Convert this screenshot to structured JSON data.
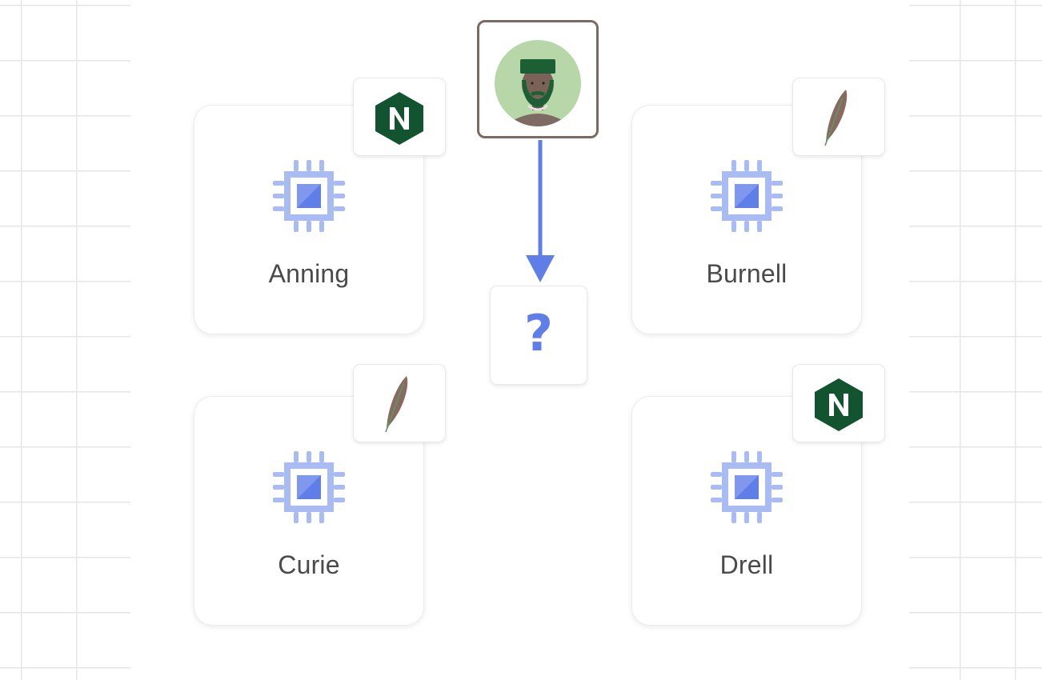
{
  "diagram": {
    "user": {
      "icon": "user-avatar-icon"
    },
    "unknown_target": {
      "symbol": "?"
    },
    "servers": [
      {
        "id": "anning",
        "label": "Anning",
        "icon": "cpu-chip-icon",
        "badge": "nginx-logo-icon"
      },
      {
        "id": "burnell",
        "label": "Burnell",
        "icon": "cpu-chip-icon",
        "badge": "feather-icon"
      },
      {
        "id": "curie",
        "label": "Curie",
        "icon": "cpu-chip-icon",
        "badge": "feather-icon"
      },
      {
        "id": "drell",
        "label": "Drell",
        "icon": "cpu-chip-icon",
        "badge": "nginx-logo-icon"
      }
    ]
  },
  "colors": {
    "chip": "#5f7ee8",
    "chip_light": "#a9bbf3",
    "arrow": "#5f7ee8",
    "nginx": "#12542f",
    "feather": "#8a6a60",
    "avatar_bg": "#b7d7a8",
    "user_border": "#7a6a62"
  }
}
